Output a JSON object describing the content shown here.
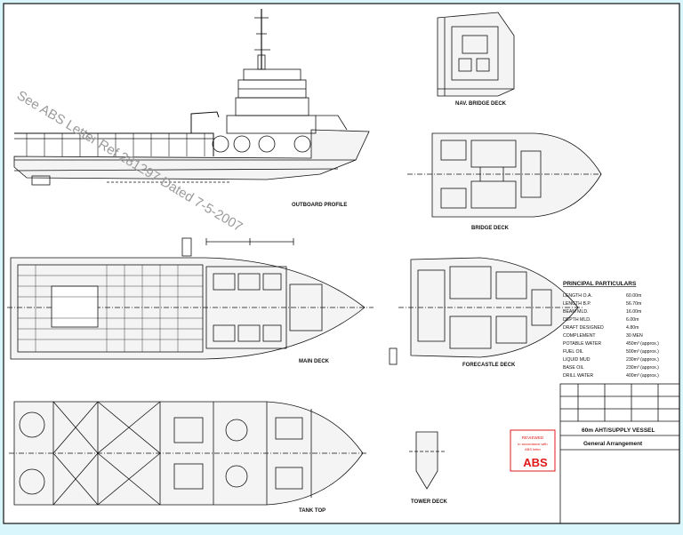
{
  "watermark": "See ABS Letter Ref 281297 Dated 7-5-2007",
  "views": {
    "nav_bridge_deck": "NAV. BRIDGE DECK",
    "bridge_deck": "BRIDGE DECK",
    "outboard_profile": "OUTBOARD PROFILE",
    "main_deck": "MAIN DECK",
    "forecastle_deck": "FORECASTLE DECK",
    "tank_top": "TANK TOP",
    "tower_deck": "TOWER DECK"
  },
  "particulars": {
    "title": "PRINCIPAL PARTICULARS",
    "rows": [
      {
        "label": "LENGTH O.A.",
        "value": "60.00m"
      },
      {
        "label": "LENGTH B.P.",
        "value": "56.70m"
      },
      {
        "label": "BEAM MLD.",
        "value": "16.00m"
      },
      {
        "label": "DEPTH MLD.",
        "value": "6.00m"
      },
      {
        "label": "DRAFT DESIGNED",
        "value": "4.80m"
      },
      {
        "label": "COMPLEMENT",
        "value": "30 MEN"
      },
      {
        "label": "POTABLE WATER",
        "value": "450m³ (approx.)"
      },
      {
        "label": "FUEL OIL",
        "value": "500m³ (approx.)"
      },
      {
        "label": "LIQUID MUD",
        "value": "230m³ (approx.)"
      },
      {
        "label": "BASE OIL",
        "value": "230m³ (approx.)"
      },
      {
        "label": "DRILL WATER",
        "value": "400m³ (approx.)"
      }
    ]
  },
  "title_block": {
    "vessel": "60m AHT/SUPPLY VESSEL",
    "drawing": "General Arrangement"
  },
  "stamp": {
    "line1": "REVIEWED",
    "line2": "in accordance with",
    "line3": "ABS letter",
    "logo": "ABS"
  },
  "colors": {
    "background": "#d8f6fb",
    "line": "#111111",
    "stamp": "#e01818",
    "note": "#e02020"
  }
}
